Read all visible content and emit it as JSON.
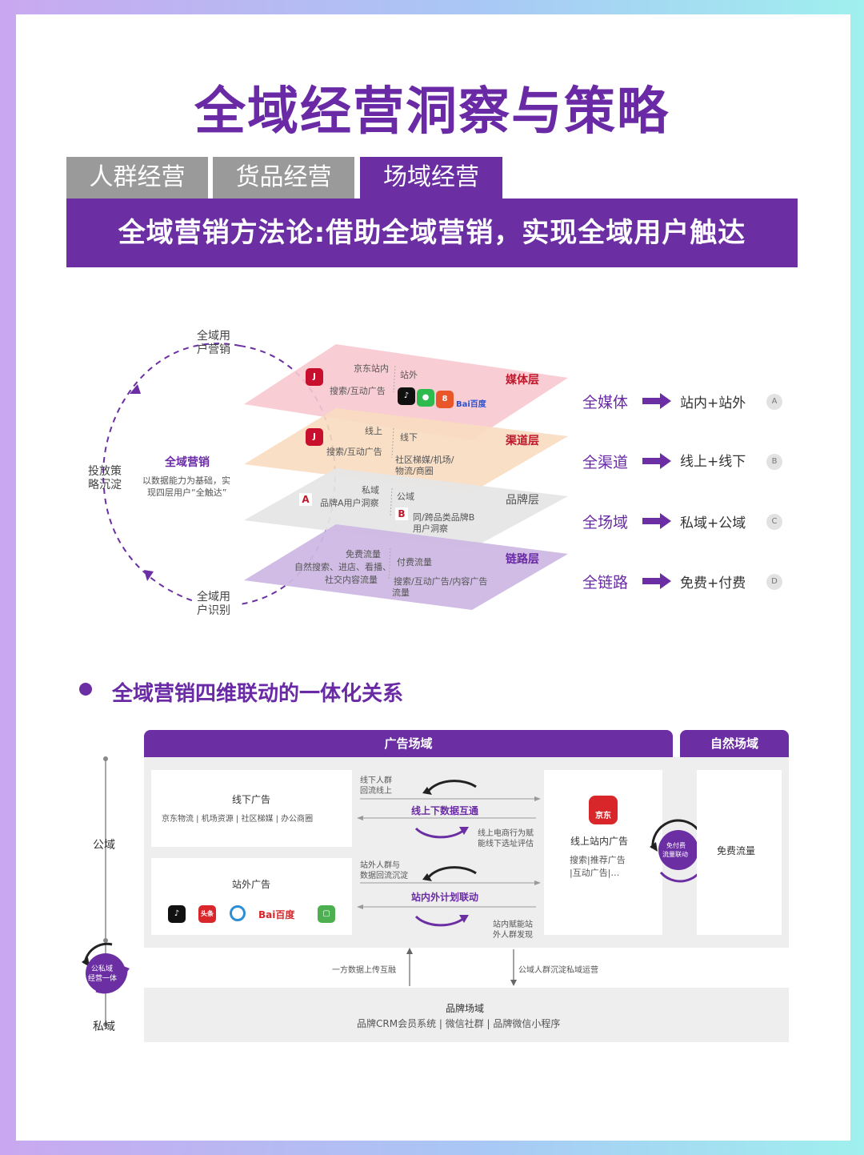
{
  "title": "全域经营洞察与策略",
  "tabs": [
    {
      "label": "人群经营",
      "active": false
    },
    {
      "label": "货品经营",
      "active": false
    },
    {
      "label": "场域经营",
      "active": true
    }
  ],
  "banner": "全域营销方法论:借助全域营销，实现全域用户触达",
  "diagram1": {
    "top_label": [
      "全域用",
      "户营销"
    ],
    "left_label": [
      "投放策",
      "略沉淀"
    ],
    "bottom_label": [
      "全域用",
      "户识别"
    ],
    "center_title": "全域营销",
    "center_desc": [
      "以数据能力为基础，实",
      "现四层用户“全触达”"
    ],
    "layers": {
      "media": {
        "name": "媒体层",
        "left_head": "京东站内",
        "left_text": "搜索/互动广告",
        "right_head": "站外",
        "baidu": "Bai百度"
      },
      "channel": {
        "name": "渠道层",
        "left_head": "线上",
        "left_text": "搜索/互动广告",
        "right_head": "线下",
        "right_text": [
          "社区梯媒/机场/",
          "物流/商圈"
        ]
      },
      "brand": {
        "name": "品牌层",
        "left_head": "私域",
        "badge_a": "A",
        "left_text": "品牌A用户洞察",
        "right_head": "公域",
        "badge_b": "B",
        "right_text": [
          "同/跨品类品牌B",
          "用户洞察"
        ]
      },
      "link": {
        "name": "链路层",
        "left_head": "免费流量",
        "left_text": [
          "自然搜索、进店、看播、",
          "社交内容流量"
        ],
        "right_head": "付费流量",
        "right_text": [
          "搜索/互动广告/内容广告",
          "流量"
        ]
      }
    },
    "rows": [
      {
        "label": "全媒体",
        "value": "站内+站外",
        "badge": "A"
      },
      {
        "label": "全渠道",
        "value": "线上+线下",
        "badge": "B"
      },
      {
        "label": "全场域",
        "value": "私域+公域",
        "badge": "C"
      },
      {
        "label": "全链路",
        "value": "免费+付费",
        "badge": "D"
      }
    ]
  },
  "section2_title": "全域营销四维联动的一体化关系",
  "diagram2": {
    "ad_header": "广告场域",
    "natural_header": "自然场域",
    "axis_top": "公域",
    "axis_bottom": "私域",
    "axis_mid": [
      "公私域",
      "经营一体"
    ],
    "offline_ad": {
      "title": "线下广告",
      "desc": "京东物流 | 机场资源 | 社区梯媒 | 办公商圈"
    },
    "offsite_ad": {
      "title": "站外广告",
      "toutiao": "头条",
      "baidu": "Bai百度"
    },
    "flow1": {
      "top": [
        "线下人群",
        "回流线上"
      ],
      "center": "线上下数据互通",
      "bottom": [
        "线上电商行为赋",
        "能线下选址评估"
      ]
    },
    "flow2": {
      "top": [
        "站外人群与",
        "数据回流沉淀"
      ],
      "center": "站内外计划联动",
      "bottom": [
        "站内赋能站",
        "外人群发现"
      ]
    },
    "onsite": {
      "logo": "京东",
      "title": "线上站内广告",
      "desc": [
        "搜索|推荐广告",
        "|互动广告|…"
      ]
    },
    "free_link": [
      "免付费",
      "流量联动"
    ],
    "free_traffic": "免费流量",
    "up_text": "一方数据上传互融",
    "down_text": "公域人群沉淀私域运营",
    "brand": {
      "title": "品牌场域",
      "desc": "品牌CRM会员系统 | 微信社群 | 品牌微信小程序"
    }
  },
  "colors": {
    "purple": "#6b2fa3",
    "gray_tab": "#9a9a9a",
    "media": "#f5c6cc",
    "channel": "#f7d6b4",
    "brand": "#e4e4e4",
    "link": "#c9b3e0"
  }
}
